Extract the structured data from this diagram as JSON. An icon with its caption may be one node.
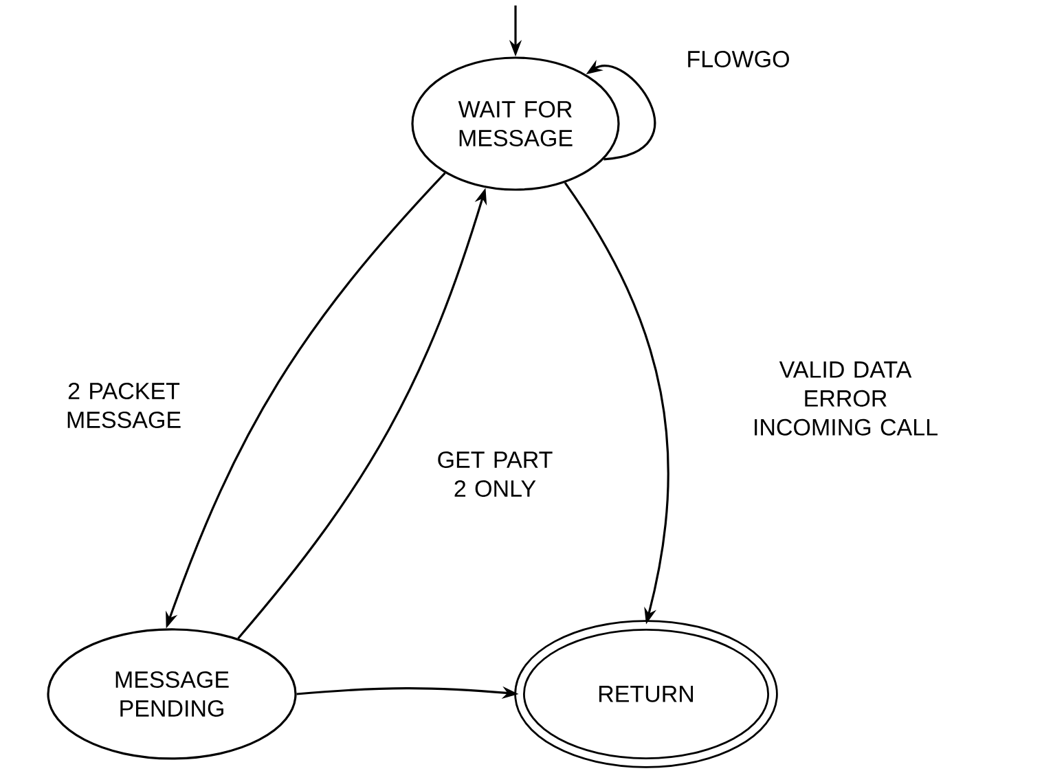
{
  "diagram": {
    "nodes": [
      {
        "text": [
          "WAIT FOR MESSAGE"
        ]
      },
      {
        "text": [
          "MESSAGE PENDING"
        ]
      },
      {
        "text": [
          "RETURN"
        ]
      }
    ],
    "edges": [
      {
        "from": null,
        "to": 0,
        "arrow": "to"
      },
      {
        "from": 0,
        "to": 0,
        "arrow": "to",
        "label": "FLOWGO"
      },
      {
        "from": 0,
        "to": 1,
        "arrow": "to",
        "label": "2 PACKET MESSAGE"
      },
      {
        "from": 1,
        "to": 0,
        "arrow": "to",
        "label": "GET PART 2 ONLY"
      },
      {
        "from": 0,
        "to": 2,
        "arrow": "to",
        "label": "VALID DATA ERROR INCOMING CALL"
      },
      {
        "from": 1,
        "to": 2,
        "arrow": "to"
      }
    ]
  }
}
